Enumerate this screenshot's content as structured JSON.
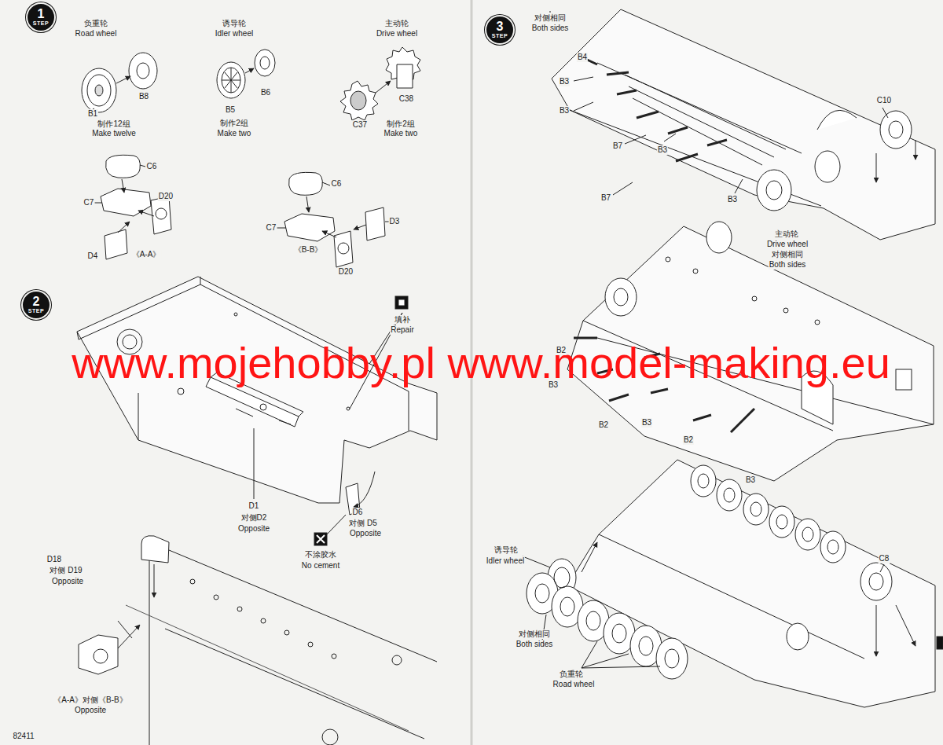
{
  "diagram": {
    "nodes": [
      {
        "text": [
          "1",
          "STEP"
        ]
      },
      {
        "text": [
          "2",
          "STEP"
        ]
      },
      {
        "text": [
          "3",
          "STEP"
        ]
      }
    ],
    "labels": [
      "负重轮",
      "Road wheel",
      "诱导轮",
      "Idler wheel",
      "主动轮",
      "Drive wheel",
      "B8",
      "B1",
      "制作12组",
      "Make twelve",
      "B6",
      "B5",
      "制作2组",
      "Make two",
      "C38",
      "C37",
      "制作2组",
      "Make two",
      "C6",
      "C7",
      "D20",
      "D4",
      "《A-A》",
      "C6",
      "C7",
      "D3",
      "《B-B》",
      "D20",
      "填补",
      "Repair",
      "www.mojehobby.pl www.model-making.eu",
      "D1",
      "对侧D2",
      "Opposite",
      "D6",
      "对侧 D5",
      "Opposite",
      "不涂胶水",
      "No cement",
      "D18",
      "对侧 D19",
      "Opposite",
      "《A-A》对侧《B-B》",
      "Opposite",
      "82411",
      "对侧相同",
      "Both sides",
      "B4",
      "C10",
      "B3",
      "B3",
      "B7",
      "B3",
      "B7",
      "B3",
      "主动轮",
      "Drive wheel",
      "对侧相同",
      "Both sides",
      "B2",
      "B3",
      "B2",
      "B3",
      "B2",
      "B3",
      "诱导轮",
      "Idler wheel",
      "C8",
      "对侧相同",
      "Both sides",
      "负重轮",
      "Road wheel"
    ]
  }
}
